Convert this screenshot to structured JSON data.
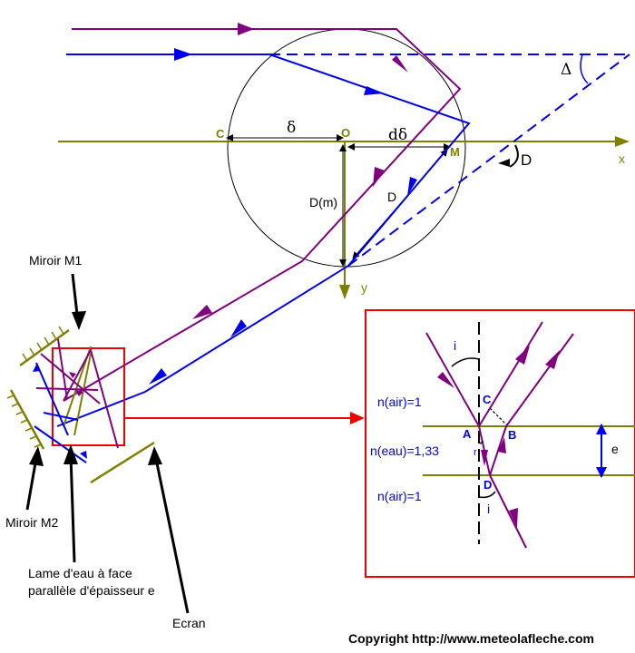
{
  "colors": {
    "purple": "#800080",
    "blue": "#0000ee",
    "olive": "#808000",
    "red": "#ee0000",
    "black": "#000000"
  },
  "labels": {
    "delta_cap": "Δ",
    "C": "C",
    "O": "O",
    "M": "M",
    "delta": "δ",
    "ddelta": "dδ",
    "x": "x",
    "y": "y",
    "D_rot": "D",
    "D_seg": "D",
    "Dm": "D(m)"
  },
  "components": {
    "mirror_m1": "Miroir M1",
    "mirror_m2": "Miroir M2",
    "plate": "Lame d'eau à face parallèle d'épaisseur e",
    "plate_line1": "Lame d'eau à face",
    "plate_line2": "parallèle d'épaisseur e",
    "screen": "Ecran"
  },
  "inset": {
    "n_air_top": "n(air)=1",
    "n_water": "n(eau)=1,33",
    "n_air_bottom": "n(air)=1",
    "i_top": "i",
    "i_bottom": "i",
    "r": "r",
    "A": "A",
    "B": "B",
    "C": "C",
    "D": "D",
    "e": "e"
  },
  "copyright": "Copyright http://www.meteolafleche.com"
}
